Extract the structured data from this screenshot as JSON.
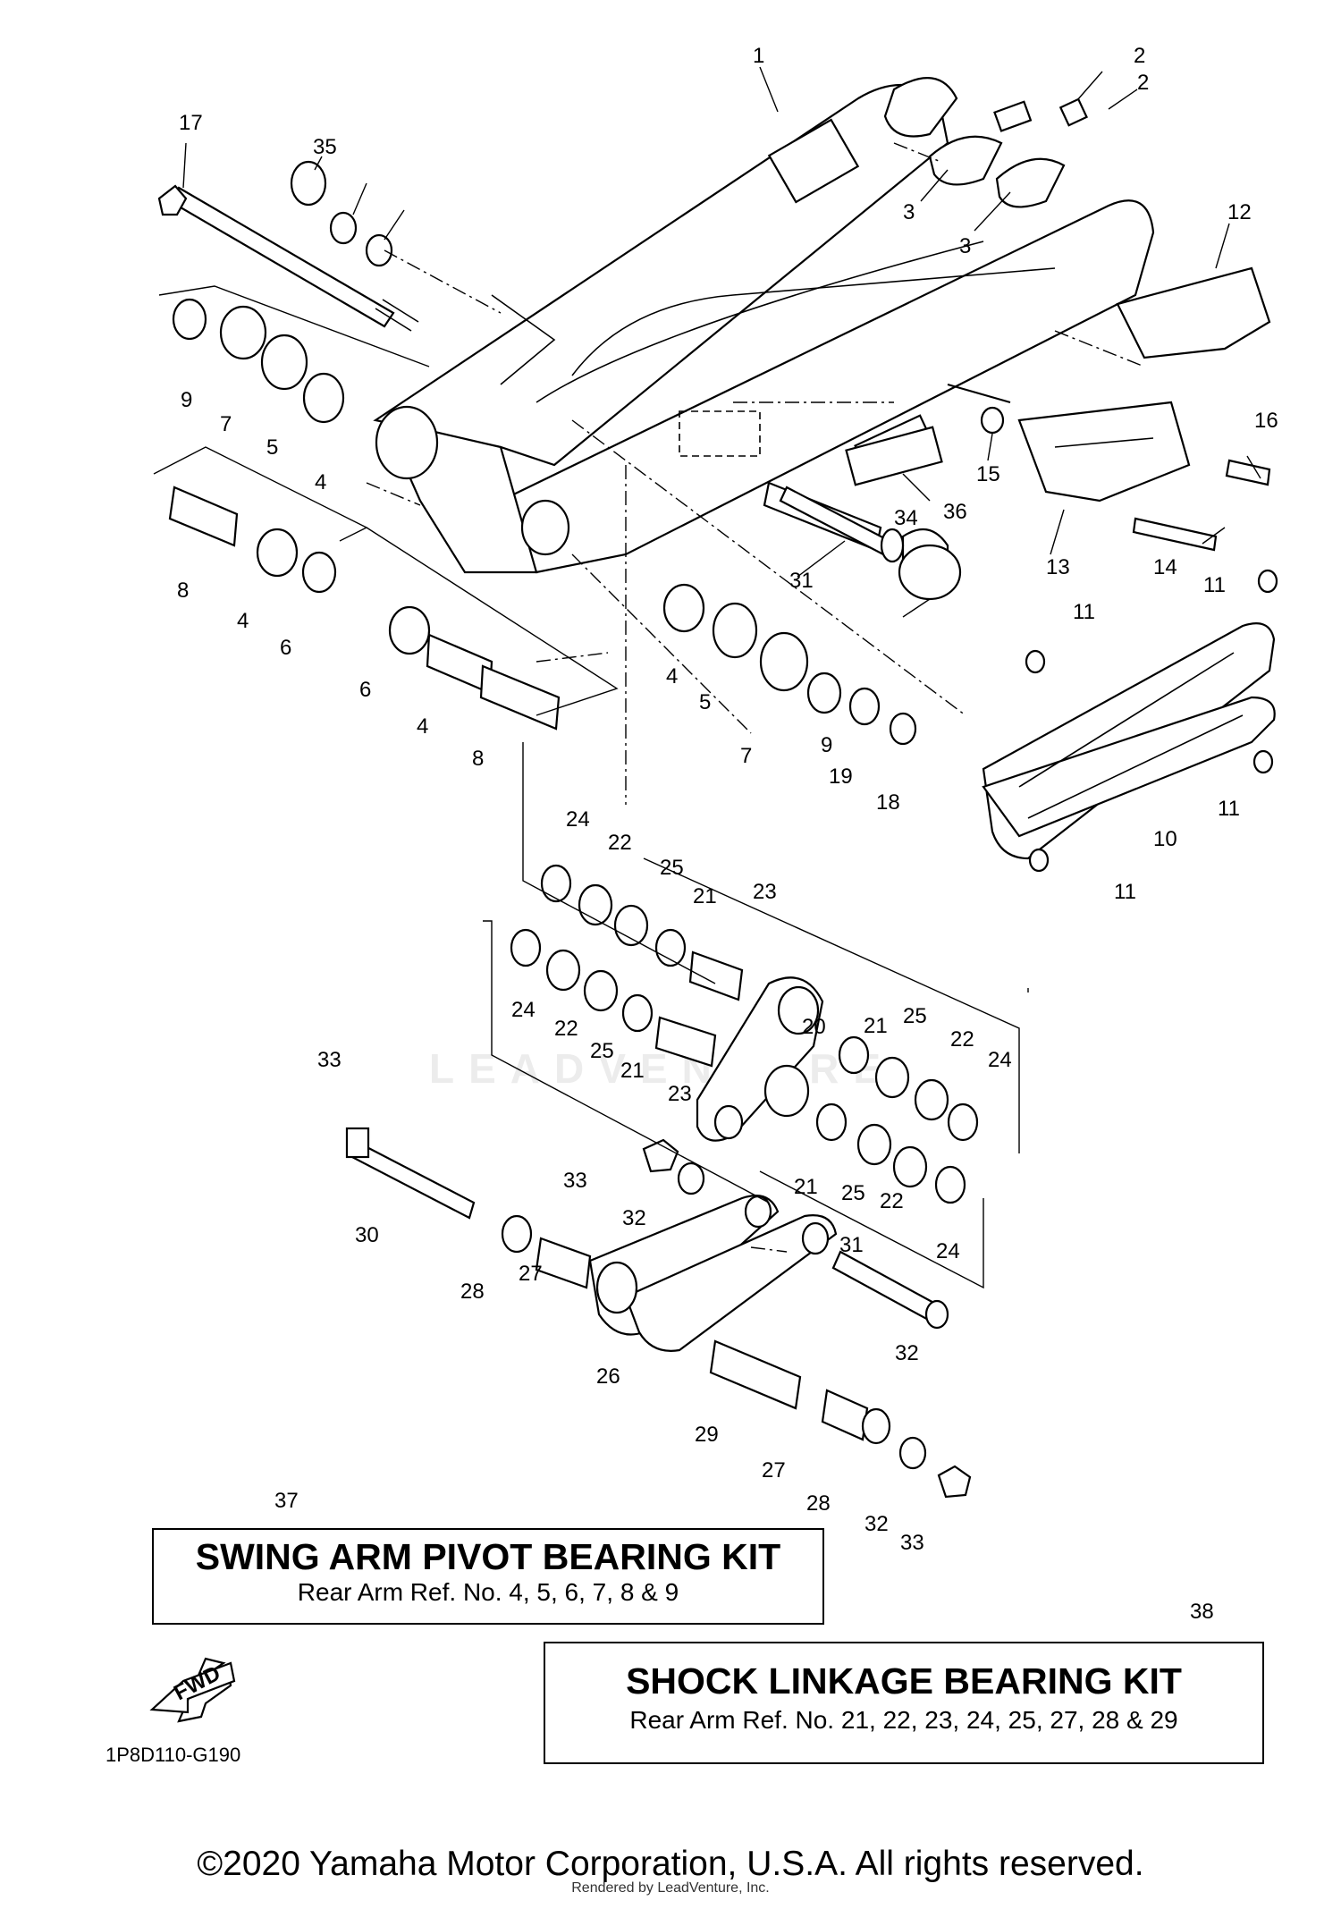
{
  "diagram": {
    "callouts": [
      "1",
      "2",
      "2",
      "3",
      "3",
      "4",
      "4",
      "4",
      "4",
      "5",
      "5",
      "6",
      "6",
      "7",
      "7",
      "8",
      "8",
      "9",
      "9",
      "10",
      "11",
      "11",
      "11",
      "11",
      "12",
      "13",
      "14",
      "15",
      "16",
      "17",
      "18",
      "19",
      "20",
      "21",
      "21",
      "21",
      "21",
      "22",
      "22",
      "22",
      "22",
      "23",
      "23",
      "24",
      "24",
      "24",
      "24",
      "25",
      "25",
      "25",
      "25",
      "26",
      "27",
      "27",
      "28",
      "28",
      "29",
      "30",
      "31",
      "31",
      "32",
      "32",
      "32",
      "33",
      "33",
      "33",
      "34",
      "35",
      "36"
    ],
    "watermark": "LEADVENTURE",
    "fwd_label": "FWD"
  },
  "kits": [
    {
      "ref": "37",
      "title": "SWING ARM PIVOT BEARING KIT",
      "subtitle": "Rear Arm Ref. No. 4, 5, 6, 7, 8 & 9"
    },
    {
      "ref": "38",
      "title": "SHOCK LINKAGE BEARING KIT",
      "subtitle": "Rear Arm Ref. No. 21, 22, 23, 24, 25, 27, 28 & 29"
    }
  ],
  "ref_code": "1P8D110-G190",
  "copyright": "©2020 Yamaha Motor Corporation, U.S.A. All rights reserved.",
  "rendered_by": "Rendered by LeadVenture, Inc."
}
